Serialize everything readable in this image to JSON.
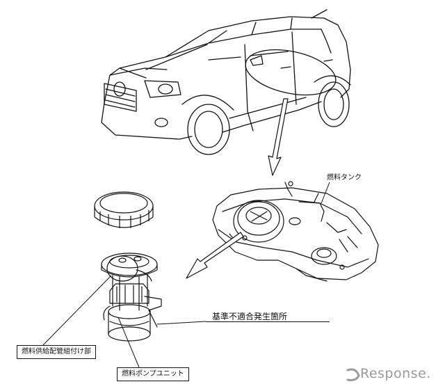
{
  "labels": {
    "fuel_tank": "燃料タンク",
    "nonconformity_site": "基準不適合発生箇所",
    "fuel_supply_pipe": "燃料供給配管組付け部",
    "fuel_pump_unit": "燃料ポンプユニット"
  },
  "watermark": {
    "text": "Response."
  },
  "colors": {
    "line": "#111111",
    "watermark": "#9a9a9a",
    "background": "#ffffff"
  }
}
